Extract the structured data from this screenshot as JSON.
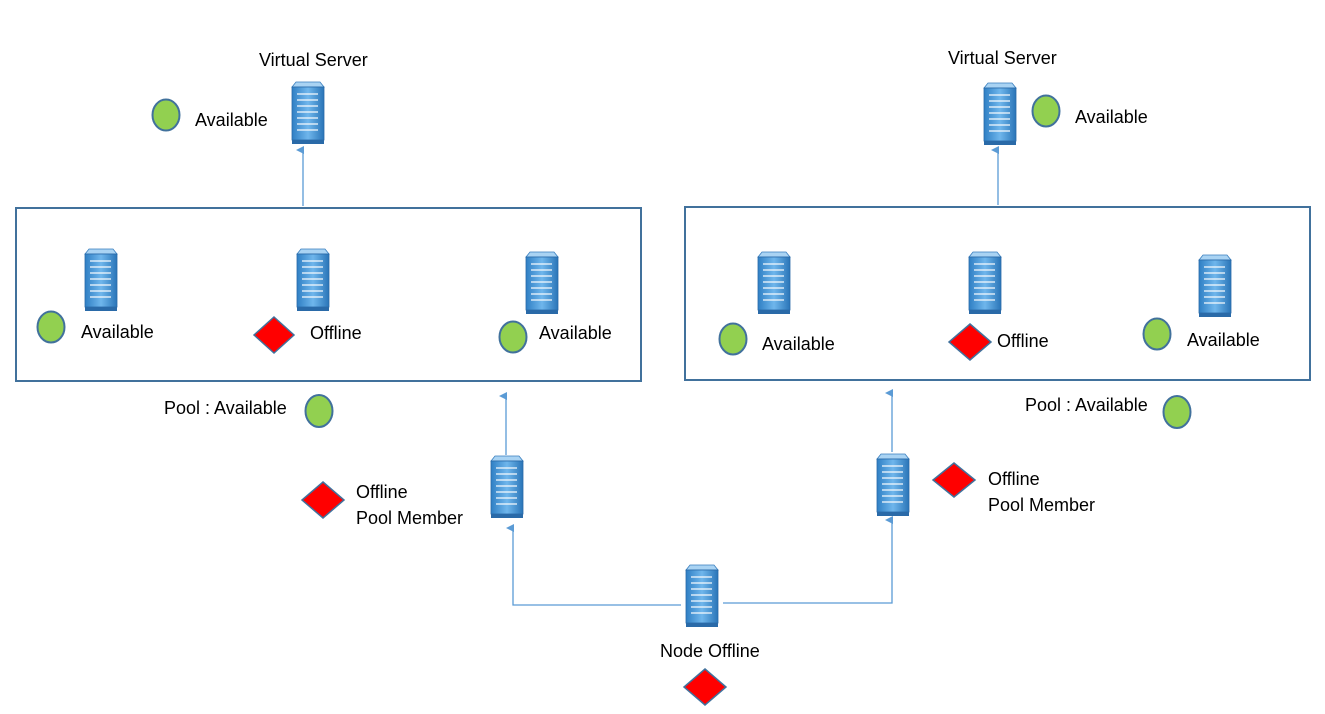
{
  "colors": {
    "available": "#92d050",
    "available_border": "#41719c",
    "offline": "#ff0000",
    "offline_border": "#c0504d",
    "box_border": "#41719c",
    "arrow": "#5b9bd5",
    "server_body": "#4f9ed9"
  },
  "icons": [
    "server-icon",
    "available-status-icon",
    "offline-status-icon",
    "arrow-up-icon"
  ],
  "left": {
    "virtual_server": {
      "title": "Virtual Server",
      "status_label": "Available",
      "status": "available"
    },
    "pool_members": [
      {
        "label": "Available",
        "status": "available"
      },
      {
        "label": "Offline",
        "status": "offline"
      },
      {
        "label": "Available",
        "status": "available"
      }
    ],
    "pool_status": {
      "label": "Pool : Available",
      "status": "available"
    },
    "member": {
      "line1": "Offline",
      "line2": "Pool Member",
      "status": "offline"
    }
  },
  "right": {
    "virtual_server": {
      "title": "Virtual Server",
      "status_label": "Available",
      "status": "available"
    },
    "pool_members": [
      {
        "label": "Available",
        "status": "available"
      },
      {
        "label": "Offline",
        "status": "offline"
      },
      {
        "label": "Available",
        "status": "available"
      }
    ],
    "pool_status": {
      "label": "Pool : Available",
      "status": "available"
    },
    "member": {
      "line1": "Offline",
      "line2": "Pool Member",
      "status": "offline"
    }
  },
  "node": {
    "label": "Node Offline",
    "status": "offline"
  }
}
